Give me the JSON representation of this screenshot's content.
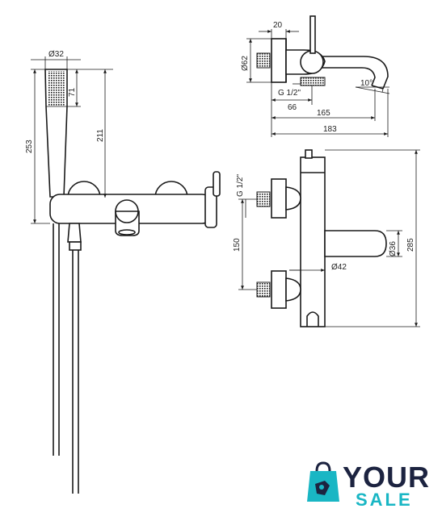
{
  "dimensions": {
    "handshower_diameter": "Ø32",
    "handshower_head_length": "71",
    "total_height": "253",
    "holder_height": "211",
    "top_rosette_diameter": "Ø62",
    "top_rosette_width": "20",
    "top_thread": "G 1/2\"",
    "top_dim_66": "66",
    "top_dim_165": "165",
    "top_dim_183": "183",
    "spout_angle": "10°",
    "side_thread": "G 1/2\"",
    "side_distance": "150",
    "spout_diameter": "Ø36",
    "side_total_height": "285",
    "body_diameter": "Ø42"
  },
  "logo": {
    "brand_line1": "YOUR",
    "brand_line2": "SALE",
    "colors": {
      "dark": "#1c2340",
      "accent": "#19b6c4"
    }
  }
}
